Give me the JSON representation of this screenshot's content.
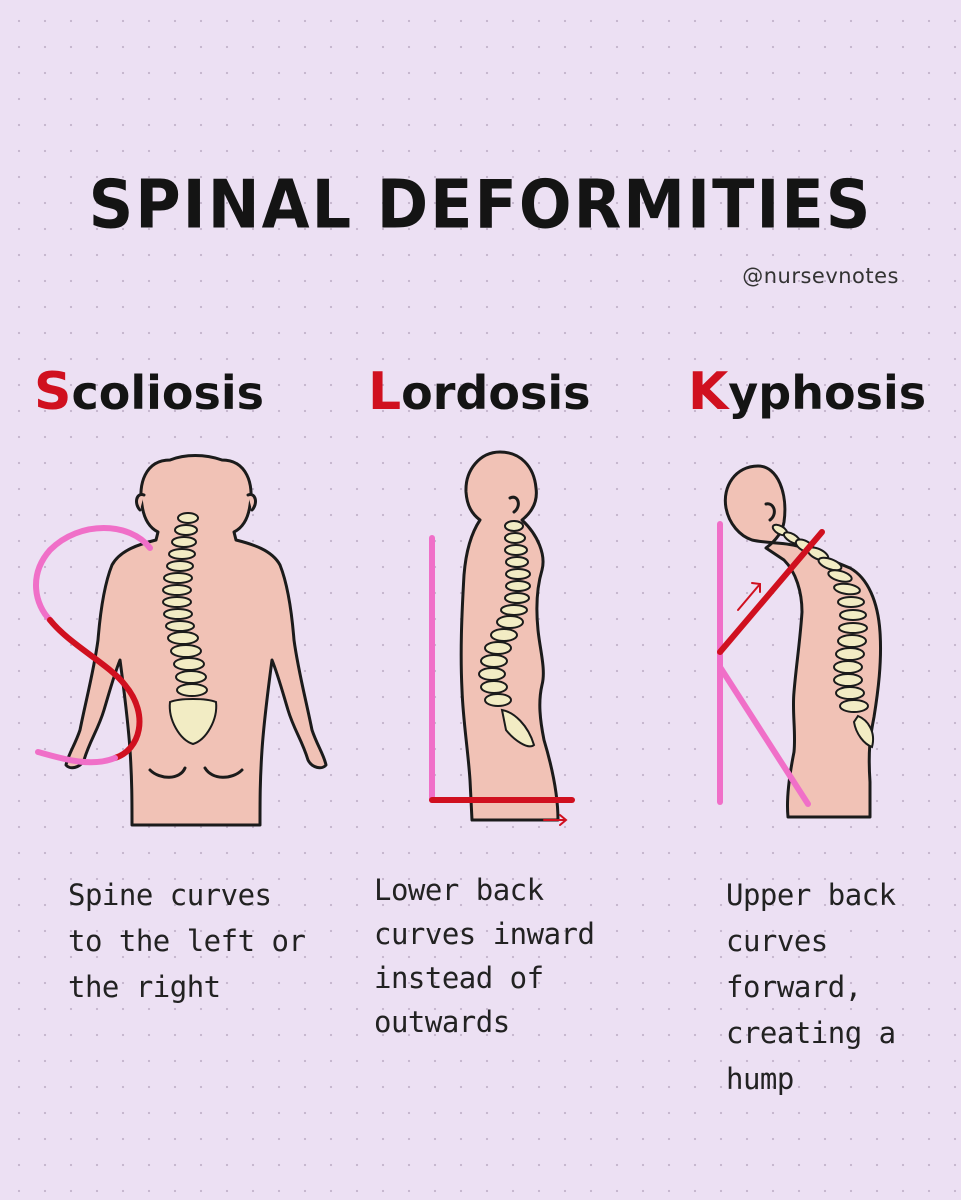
{
  "title": "SPINAL DEFORMITIES",
  "handle": "@nursevnotes",
  "colors": {
    "background": "#ece0f3",
    "accent_red": "#d0101f",
    "accent_pink": "#f06fc8",
    "skin": "#f1c2b6",
    "bone": "#f2ecc4"
  },
  "conditions": [
    {
      "initial": "S",
      "rest": "coliosis",
      "description_lines": [
        "Spine curves",
        "to the left or",
        "the right"
      ]
    },
    {
      "initial": "L",
      "rest": "ordosis",
      "description_lines": [
        "Lower back",
        "curves inward",
        "instead of",
        "outwards"
      ]
    },
    {
      "initial": "K",
      "rest": "yphosis",
      "description_lines": [
        "Upper back",
        "curves",
        "forward,",
        "creating a",
        "hump"
      ]
    }
  ]
}
